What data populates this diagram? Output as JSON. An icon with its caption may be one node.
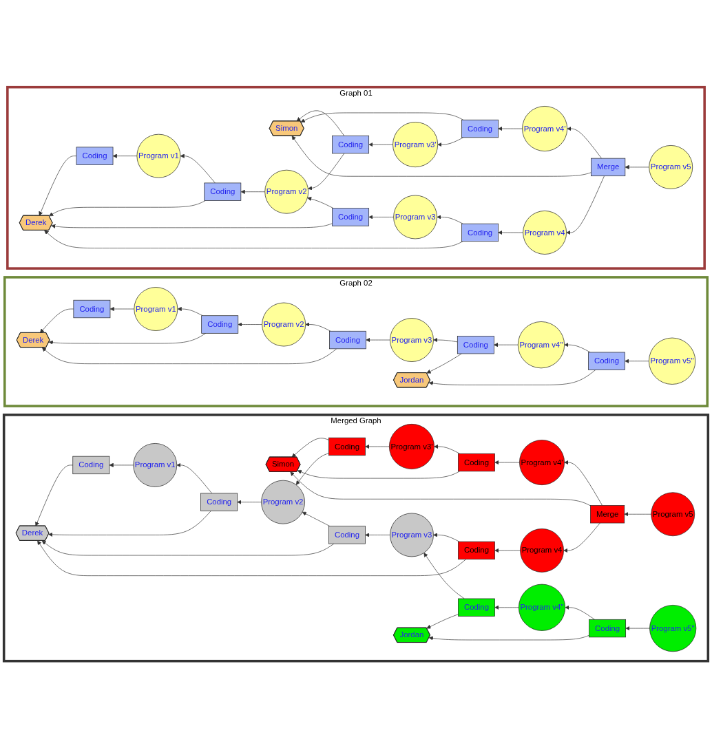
{
  "diagram": {
    "nodes": [
      {
        "text": [
          "Graph 01"
        ]
      },
      {
        "text": [
          "Simon"
        ],
        "in": 0
      },
      {
        "text": [
          "Coding"
        ],
        "in": 0
      },
      {
        "text": [
          "Program v3'"
        ],
        "in": 0
      },
      {
        "text": [
          "Coding"
        ],
        "in": 0
      },
      {
        "text": [
          "Program v4'"
        ],
        "in": 0
      },
      {
        "text": [
          "Coding"
        ],
        "in": 0
      },
      {
        "text": [
          "Program v1"
        ],
        "in": 0
      },
      {
        "text": [
          "Coding"
        ],
        "in": 0
      },
      {
        "text": [
          "Program v2"
        ],
        "in": 0
      },
      {
        "text": [
          "Coding"
        ],
        "in": 0
      },
      {
        "text": [
          "Program v3"
        ],
        "in": 0
      },
      {
        "text": [
          "Coding"
        ],
        "in": 0
      },
      {
        "text": [
          "Program v4"
        ],
        "in": 0
      },
      {
        "text": [
          "Merge"
        ],
        "in": 0
      },
      {
        "text": [
          "Program v5"
        ],
        "in": 0
      },
      {
        "text": [
          "Derek"
        ],
        "in": 0
      },
      {
        "text": [
          "Graph 02"
        ]
      },
      {
        "text": [
          "Coding"
        ],
        "in": 17
      },
      {
        "text": [
          "Program v1"
        ],
        "in": 17
      },
      {
        "text": [
          "Coding"
        ],
        "in": 17
      },
      {
        "text": [
          "Program v2"
        ],
        "in": 17
      },
      {
        "text": [
          "Coding"
        ],
        "in": 17
      },
      {
        "text": [
          "Program v3"
        ],
        "in": 17
      },
      {
        "text": [
          "Derek"
        ],
        "in": 17
      },
      {
        "text": [
          "Coding"
        ],
        "in": 17
      },
      {
        "text": [
          "Program v4''"
        ],
        "in": 17
      },
      {
        "text": [
          "Coding"
        ],
        "in": 17
      },
      {
        "text": [
          "Program v5''"
        ],
        "in": 17
      },
      {
        "text": [
          "Jordan"
        ],
        "in": 17
      },
      {
        "text": [
          "Merged Graph"
        ]
      },
      {
        "text": [
          "Simon"
        ],
        "in": 30
      },
      {
        "text": [
          "Coding"
        ],
        "in": 30
      },
      {
        "text": [
          "Program v3'"
        ],
        "in": 30
      },
      {
        "text": [
          "Coding"
        ],
        "in": 30
      },
      {
        "text": [
          "Program v4'"
        ],
        "in": 30
      },
      {
        "text": [
          "Coding"
        ],
        "in": 30
      },
      {
        "text": [
          "Program v1"
        ],
        "in": 30
      },
      {
        "text": [
          "Coding"
        ],
        "in": 30
      },
      {
        "text": [
          "Program v2"
        ],
        "in": 30
      },
      {
        "text": [
          "Coding"
        ],
        "in": 30
      },
      {
        "text": [
          "Program v3"
        ],
        "in": 30
      },
      {
        "text": [
          "Coding"
        ],
        "in": 30
      },
      {
        "text": [
          "Program v4"
        ],
        "in": 30
      },
      {
        "text": [
          "Merge"
        ],
        "in": 30
      },
      {
        "text": [
          "Program v5"
        ],
        "in": 30
      },
      {
        "text": [
          "Derek"
        ],
        "in": 30
      },
      {
        "text": [
          "Coding"
        ],
        "in": 30
      },
      {
        "text": [
          "Program v4''"
        ],
        "in": 30
      },
      {
        "text": [
          "Coding"
        ],
        "in": 30
      },
      {
        "text": [
          "Program v5''"
        ],
        "in": 30
      },
      {
        "text": [
          "Jordan"
        ],
        "in": 30
      }
    ],
    "edges": [
      {
        "from": 3,
        "to": 2,
        "arrow": "to"
      },
      {
        "from": 2,
        "to": 1,
        "arrow": "to"
      },
      {
        "from": 2,
        "to": 9,
        "arrow": "to"
      },
      {
        "from": 4,
        "to": 3,
        "arrow": "to"
      },
      {
        "from": 5,
        "to": 4,
        "arrow": "to"
      },
      {
        "from": 4,
        "to": 1,
        "arrow": "to"
      },
      {
        "from": 14,
        "to": 5,
        "arrow": "to"
      },
      {
        "from": 14,
        "to": 1,
        "arrow": "to"
      },
      {
        "from": 7,
        "to": 6,
        "arrow": "to"
      },
      {
        "from": 8,
        "to": 7,
        "arrow": "to"
      },
      {
        "from": 9,
        "to": 8,
        "arrow": "to"
      },
      {
        "from": 10,
        "to": 9,
        "arrow": "to"
      },
      {
        "from": 11,
        "to": 10,
        "arrow": "to"
      },
      {
        "from": 12,
        "to": 11,
        "arrow": "to"
      },
      {
        "from": 13,
        "to": 12,
        "arrow": "to"
      },
      {
        "from": 14,
        "to": 13,
        "arrow": "to"
      },
      {
        "from": 15,
        "to": 14,
        "arrow": "to"
      },
      {
        "from": 6,
        "to": 16,
        "arrow": "to"
      },
      {
        "from": 8,
        "to": 16,
        "arrow": "to"
      },
      {
        "from": 10,
        "to": 16,
        "arrow": "to"
      },
      {
        "from": 12,
        "to": 16,
        "arrow": "to"
      },
      {
        "from": 19,
        "to": 18,
        "arrow": "to"
      },
      {
        "from": 20,
        "to": 19,
        "arrow": "to"
      },
      {
        "from": 21,
        "to": 20,
        "arrow": "to"
      },
      {
        "from": 22,
        "to": 21,
        "arrow": "to"
      },
      {
        "from": 23,
        "to": 22,
        "arrow": "to"
      },
      {
        "from": 25,
        "to": 23,
        "arrow": "to"
      },
      {
        "from": 26,
        "to": 25,
        "arrow": "to"
      },
      {
        "from": 27,
        "to": 26,
        "arrow": "to"
      },
      {
        "from": 28,
        "to": 27,
        "arrow": "to"
      },
      {
        "from": 18,
        "to": 24,
        "arrow": "to"
      },
      {
        "from": 20,
        "to": 24,
        "arrow": "to"
      },
      {
        "from": 22,
        "to": 24,
        "arrow": "to"
      },
      {
        "from": 25,
        "to": 29,
        "arrow": "to"
      },
      {
        "from": 27,
        "to": 29,
        "arrow": "to"
      },
      {
        "from": 33,
        "to": 32,
        "arrow": "to"
      },
      {
        "from": 32,
        "to": 31,
        "arrow": "to"
      },
      {
        "from": 32,
        "to": 39,
        "arrow": "to"
      },
      {
        "from": 34,
        "to": 33,
        "arrow": "to"
      },
      {
        "from": 35,
        "to": 34,
        "arrow": "to"
      },
      {
        "from": 34,
        "to": 31,
        "arrow": "to"
      },
      {
        "from": 44,
        "to": 35,
        "arrow": "to"
      },
      {
        "from": 44,
        "to": 31,
        "arrow": "to"
      },
      {
        "from": 37,
        "to": 36,
        "arrow": "to"
      },
      {
        "from": 38,
        "to": 37,
        "arrow": "to"
      },
      {
        "from": 39,
        "to": 38,
        "arrow": "to"
      },
      {
        "from": 40,
        "to": 39,
        "arrow": "to"
      },
      {
        "from": 41,
        "to": 40,
        "arrow": "to"
      },
      {
        "from": 42,
        "to": 41,
        "arrow": "to"
      },
      {
        "from": 43,
        "to": 42,
        "arrow": "to"
      },
      {
        "from": 44,
        "to": 43,
        "arrow": "to"
      },
      {
        "from": 45,
        "to": 44,
        "arrow": "to"
      },
      {
        "from": 36,
        "to": 46,
        "arrow": "to"
      },
      {
        "from": 38,
        "to": 46,
        "arrow": "to"
      },
      {
        "from": 40,
        "to": 46,
        "arrow": "to"
      },
      {
        "from": 42,
        "to": 46,
        "arrow": "to"
      },
      {
        "from": 47,
        "to": 41,
        "arrow": "to"
      },
      {
        "from": 48,
        "to": 47,
        "arrow": "to"
      },
      {
        "from": 49,
        "to": 48,
        "arrow": "to"
      },
      {
        "from": 50,
        "to": 49,
        "arrow": "to"
      },
      {
        "from": 47,
        "to": 51,
        "arrow": "to"
      },
      {
        "from": 49,
        "to": 51,
        "arrow": "to"
      }
    ]
  }
}
